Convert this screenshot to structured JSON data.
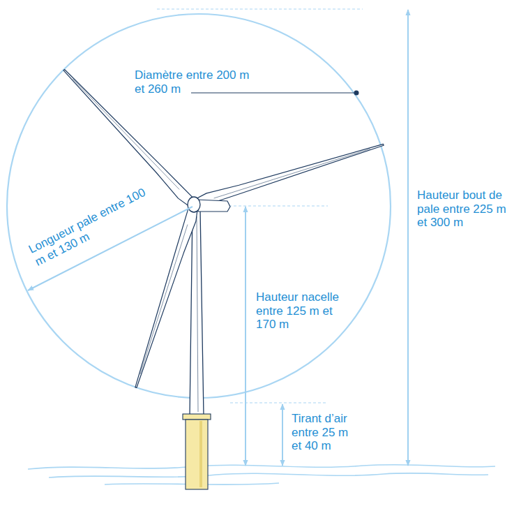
{
  "diagram": {
    "labels": [
      "Diamètre entre 200 m et 260 m",
      "Longueur pale entre 100 m et 130 m",
      "Hauteur nacelle entre 125 m et 170 m",
      "Tirant d’air entre 25 m et 40 m",
      "Hauteur bout de pale entre 225 m et 300 m"
    ]
  }
}
